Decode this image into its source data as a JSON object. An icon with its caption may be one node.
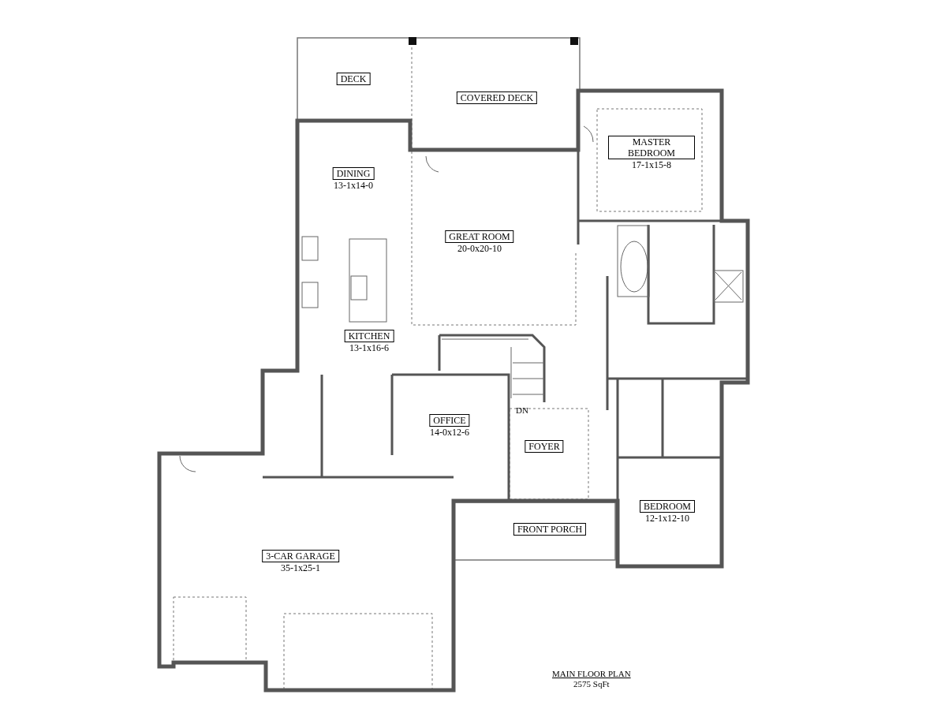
{
  "diagram": {
    "title": "MAIN FLOOR PLAN",
    "caption": "2575 SqFt",
    "nodes": [
      {
        "text": [
          "DECK"
        ]
      },
      {
        "text": [
          "COVERED DECK"
        ]
      },
      {
        "text": [
          "MASTER BEDROOM",
          "17-1x15-8"
        ]
      },
      {
        "text": [
          "DINING",
          "13-1x14-0"
        ]
      },
      {
        "text": [
          "GREAT ROOM",
          "20-0x20-10"
        ]
      },
      {
        "text": [
          "KITCHEN",
          "13-1x16-6"
        ]
      },
      {
        "text": [
          "OFFICE",
          "14-0x12-6"
        ]
      },
      {
        "text": [
          "FOYER"
        ]
      },
      {
        "text": [
          "BEDROOM",
          "12-1x12-10"
        ]
      },
      {
        "text": [
          "FRONT PORCH"
        ]
      },
      {
        "text": [
          "3-CAR GARAGE",
          "35-1x25-1"
        ]
      }
    ],
    "labels": [
      "DN"
    ]
  }
}
